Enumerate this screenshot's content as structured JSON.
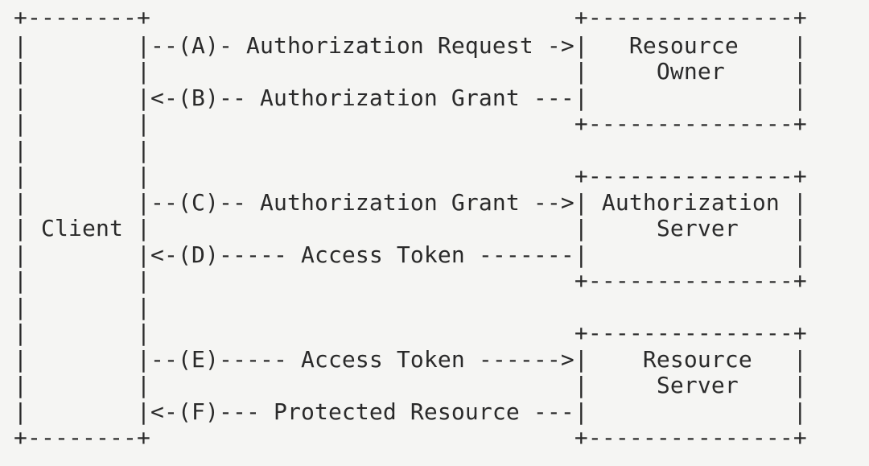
{
  "diagram": {
    "lines": [
      " +--------+                               +---------------+",
      " |        |--(A)- Authorization Request ->|   Resource    |",
      " |        |                               |     Owner     |",
      " |        |<-(B)-- Authorization Grant ---|               |",
      " |        |                               +---------------+",
      " |        |",
      " |        |                               +---------------+",
      " |        |--(C)-- Authorization Grant -->| Authorization |",
      " | Client |                               |     Server    |",
      " |        |<-(D)----- Access Token -------|               |",
      " |        |                               +---------------+",
      " |        |",
      " |        |                               +---------------+",
      " |        |--(E)----- Access Token ------>|    Resource   |",
      " |        |                               |     Server    |",
      " |        |<-(F)--- Protected Resource ---|               |",
      " +--------+                               +---------------+"
    ]
  }
}
